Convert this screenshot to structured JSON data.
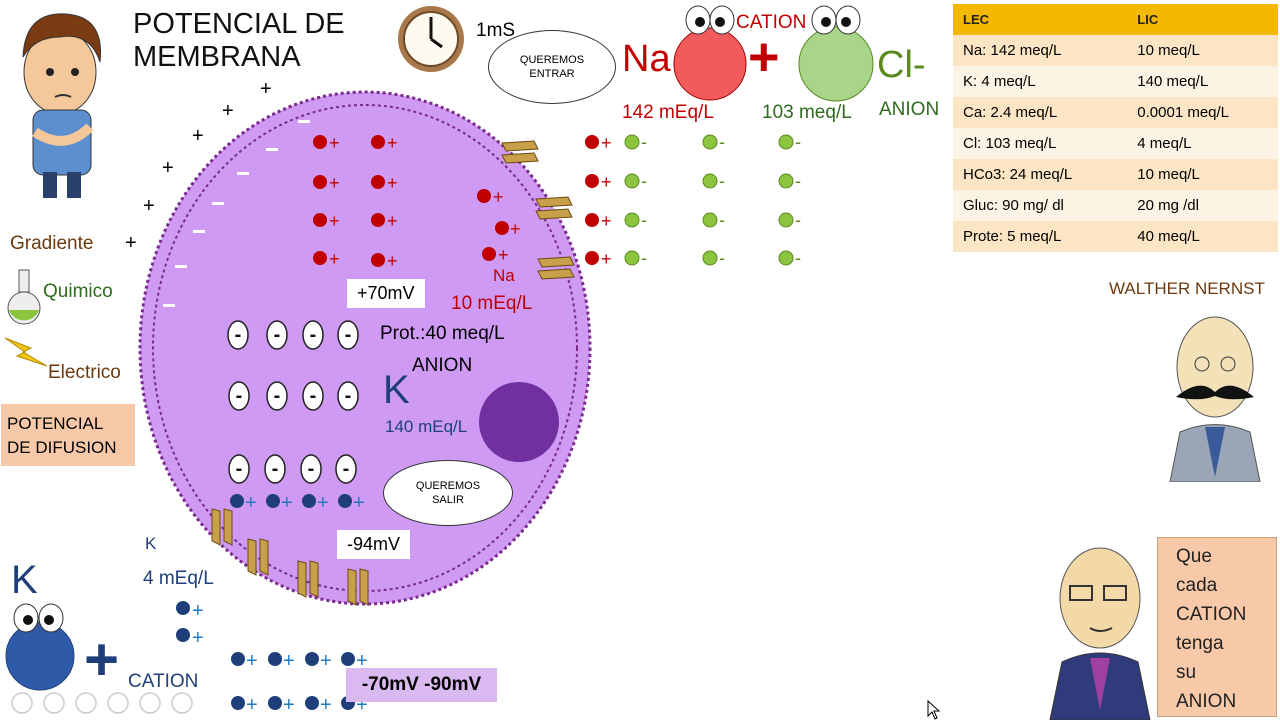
{
  "title": {
    "line1": "POTENCIAL DE",
    "line2": "MEMBRANA"
  },
  "time": "1mS",
  "outside_labels": {
    "gradiente": "Gradiente",
    "quimico": "Quimico",
    "electrico": "Electrico",
    "potencial_difusion_1": "POTENCIAL",
    "potencial_difusion_2": "DE DIFUSION"
  },
  "top_ions": {
    "bubble": {
      "line1": "QUEREMOS",
      "line2": "ENTRAR"
    },
    "na_symbol": "Na",
    "cation": "CATION",
    "plus": "+",
    "cl_symbol": "Cl-",
    "anion": "ANION",
    "na_conc": "142 mEq/L",
    "cl_conc": "103 meq/L"
  },
  "cell": {
    "plus70": "+70mV",
    "na_in": "Na",
    "na_in_conc": "10 mEq/L",
    "prot": "Prot.:40 meq/L",
    "anion": "ANION",
    "k_symbol": "K",
    "k_conc": "140 mEq/L",
    "bubble": {
      "line1": "QUEREMOS",
      "line2": "SALIR"
    },
    "minus94": "-94mV"
  },
  "bottom": {
    "k_out": "K",
    "k_out_conc": "4 mEq/L",
    "big_k": "K",
    "plus": "+",
    "cation": "CATION",
    "range": "-70mV  -90mV"
  },
  "table": {
    "headers": [
      "LEC",
      "LIC"
    ],
    "rows": [
      [
        "Na: 142 meq/L",
        "10 meq/L"
      ],
      [
        "K:  4 meq/L",
        "140 meq/L"
      ],
      [
        "Ca: 2.4 meq/L",
        "0.0001 meq/L"
      ],
      [
        "Cl: 103 meq/L",
        "4 meq/L"
      ],
      [
        "HCo3: 24 meq/L",
        "10 meq/L"
      ],
      [
        "Gluc: 90 mg/ dl",
        "20 mg /dl"
      ],
      [
        "Prote: 5 meq/L",
        "40 meq/L"
      ]
    ]
  },
  "nernst": "WALTHER NERNST",
  "quote": [
    "Que",
    "cada",
    "CATION",
    "tenga",
    "su",
    "ANION"
  ],
  "charges": {
    "plus": "+",
    "minus": "-"
  },
  "colors": {
    "cell_fill": "#cf9af3",
    "cell_border": "#7a2a8f",
    "na_red": "#c00000",
    "cl_green": "#5a8a1e",
    "k_blue": "#1f3f7a",
    "protein_purple": "#7030a0",
    "channel_gold": "#c8a04a"
  }
}
